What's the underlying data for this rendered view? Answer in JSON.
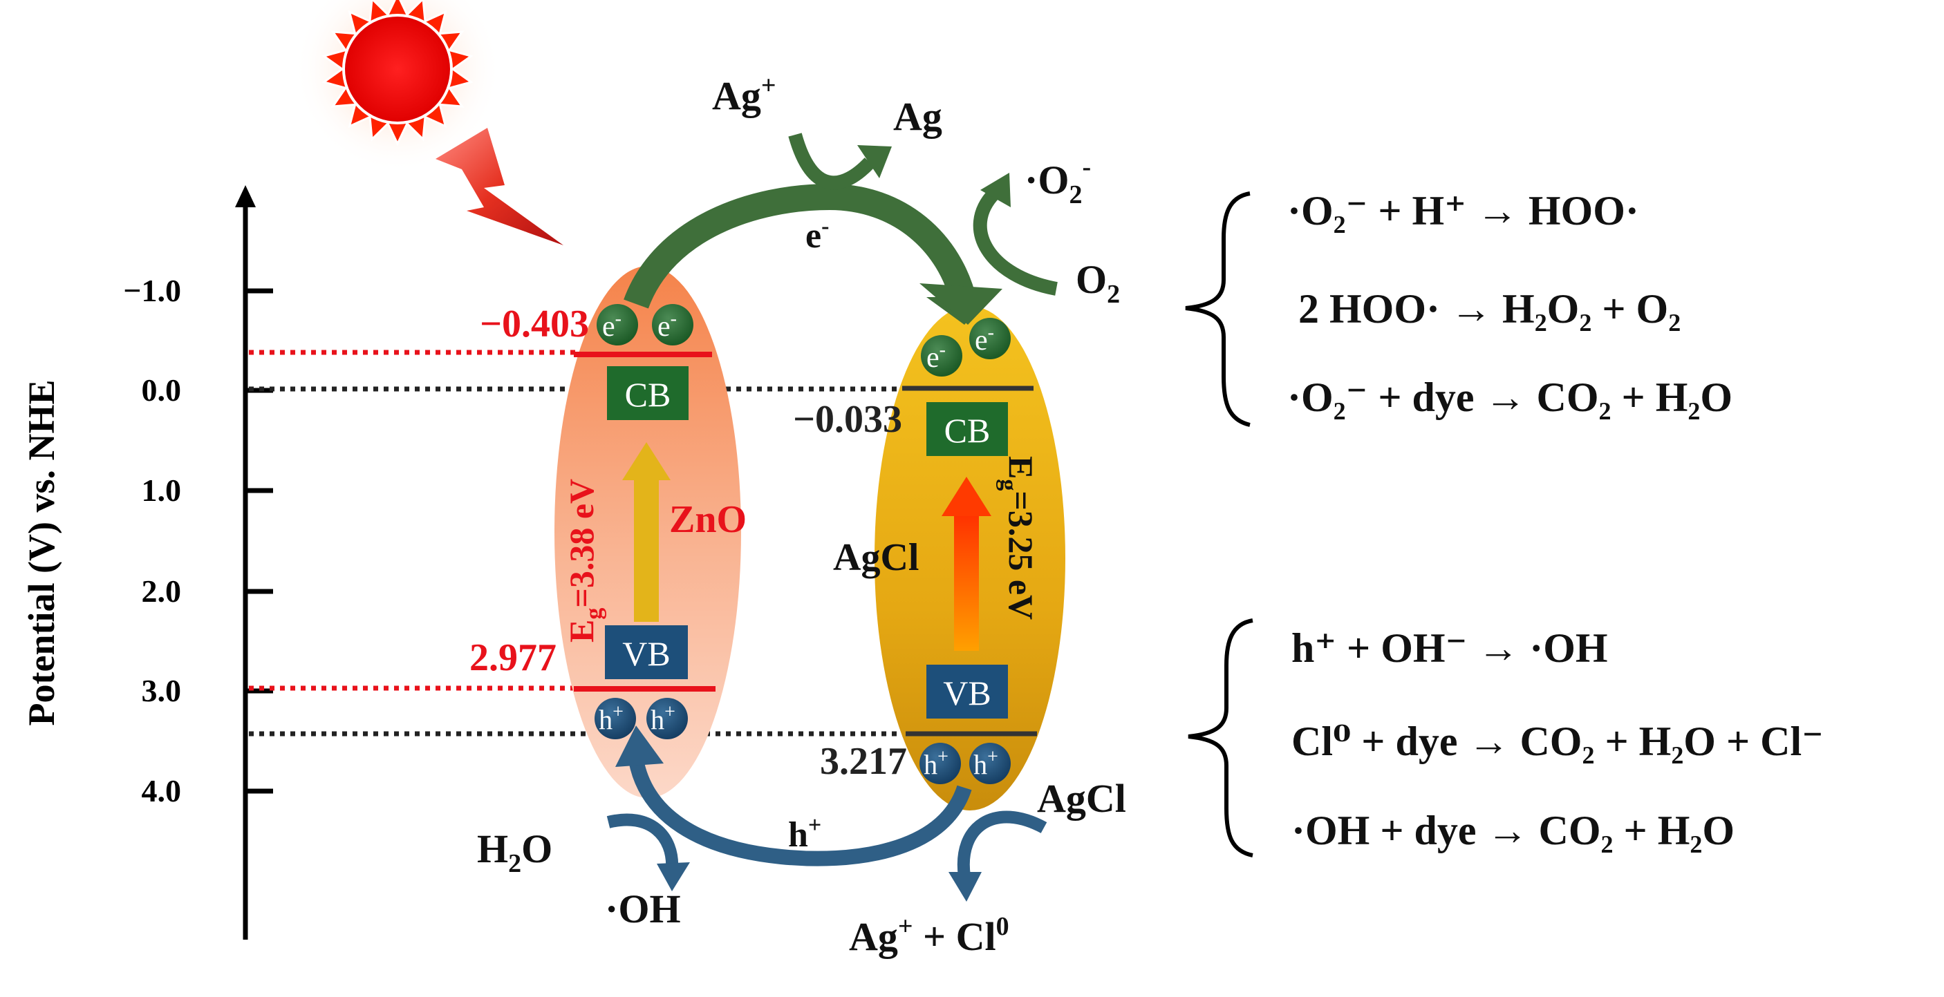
{
  "axis": {
    "label": "Potential (V) vs. NHE",
    "ticks": [
      "−1.0",
      "0.0",
      "1.0",
      "2.0",
      "3.0",
      "4.0"
    ]
  },
  "zno": {
    "name": "ZnO",
    "cb_label": "CB",
    "vb_label": "VB",
    "cb_potential": "−0.403",
    "vb_potential": "2.977",
    "gap": {
      "main": "E",
      "sub": "g",
      "value": "=3.38 eV"
    },
    "electron": "e",
    "electron_sup": "-",
    "hole": "h",
    "hole_sup": "+"
  },
  "agcl": {
    "name": "AgCl",
    "cb_label": "CB",
    "vb_label": "VB",
    "cb_potential": "−0.033",
    "vb_potential": "3.217",
    "gap": {
      "main": "E",
      "sub": "g",
      "value": "=3.25 eV"
    }
  },
  "flows": {
    "ag_ion": {
      "main": "Ag",
      "sup": "+"
    },
    "ag": "Ag",
    "electron_transfer": {
      "main": "e",
      "sup": "-"
    },
    "superoxide": {
      "pre": "·O",
      "sub": "2",
      "sup": "-"
    },
    "oxygen": {
      "main": "O",
      "sub": "2"
    },
    "hole_transfer": {
      "main": "h",
      "sup": "+"
    },
    "water": {
      "pre": "H",
      "sub": "2",
      "post": "O"
    },
    "hydroxyl": "·OH",
    "agcl_bottom": "AgCl",
    "products": {
      "a": "Ag",
      "a_sup": "+",
      "mid": " + Cl",
      "b_sup": "0"
    }
  },
  "reactions_top": [
    "·O₂⁻ + H⁺ → HOO·",
    "2 HOO· → H₂O₂ + O₂",
    "·O₂⁻ + dye → CO₂ + H₂O"
  ],
  "reactions_bottom": [
    "h⁺ + OH⁻ → ·OH",
    "Cl⁰ + dye → CO₂ + H₂O + Cl⁻",
    "·OH + dye → CO₂ + H₂O"
  ],
  "colors": {
    "axis": "#000000",
    "red": "#e8121b",
    "zno_fill": "#f58a5a",
    "agcl_fill": "#f0b21a",
    "cb_box": "#1f6b2c",
    "vb_box": "#1d4f7a",
    "green_arrow": "#3f6f3a",
    "blue_arrow": "#2f5f86",
    "yellow_arrow": "#e3b41a",
    "orange_arrow": "#ff4a00"
  }
}
